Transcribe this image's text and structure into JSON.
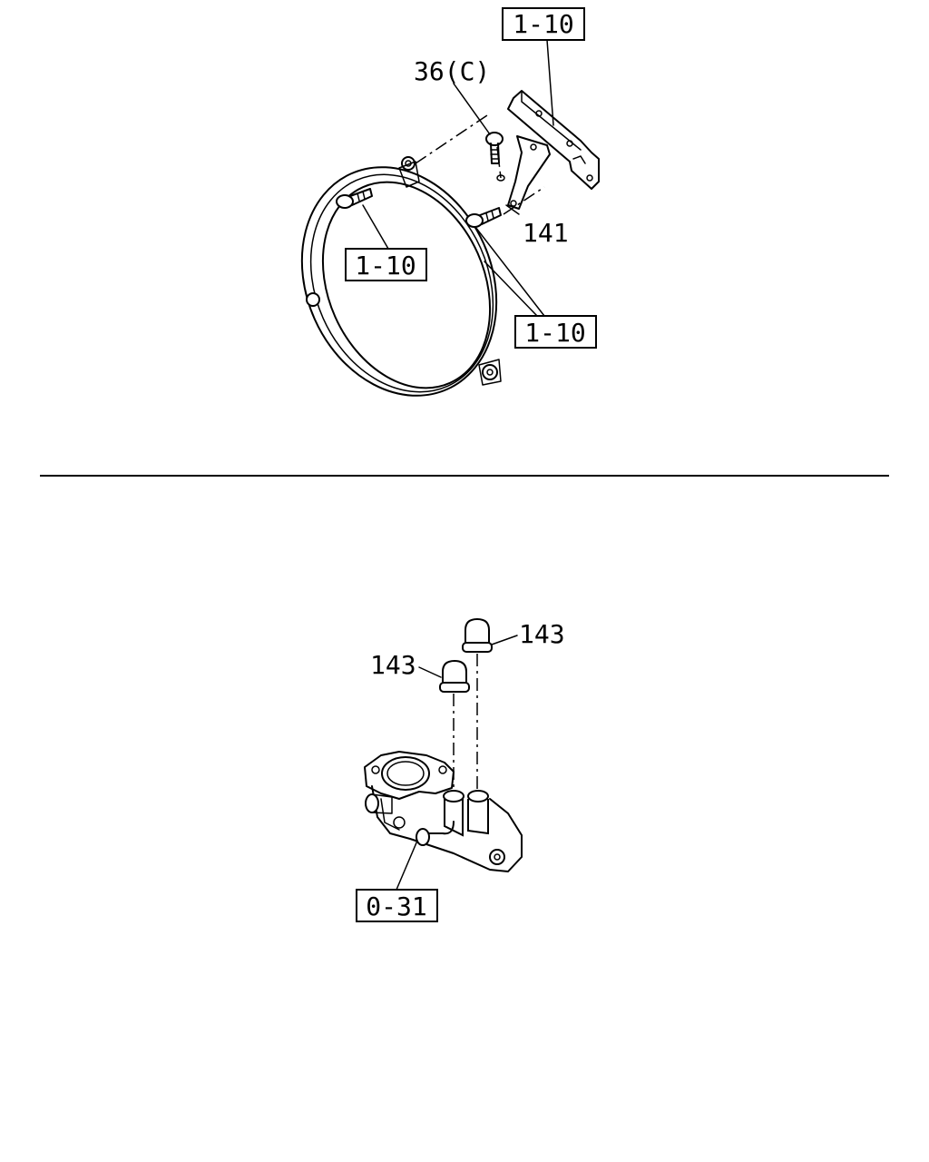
{
  "diagrams": {
    "upper": {
      "ref_top": "1-10",
      "ref_left": "1-10",
      "ref_bottom_right": "1-10",
      "label_bolt": "36(C)",
      "label_bracket": "141"
    },
    "lower": {
      "label_cap_right": "143",
      "label_cap_left": "143",
      "ref_body": "0-31"
    }
  }
}
